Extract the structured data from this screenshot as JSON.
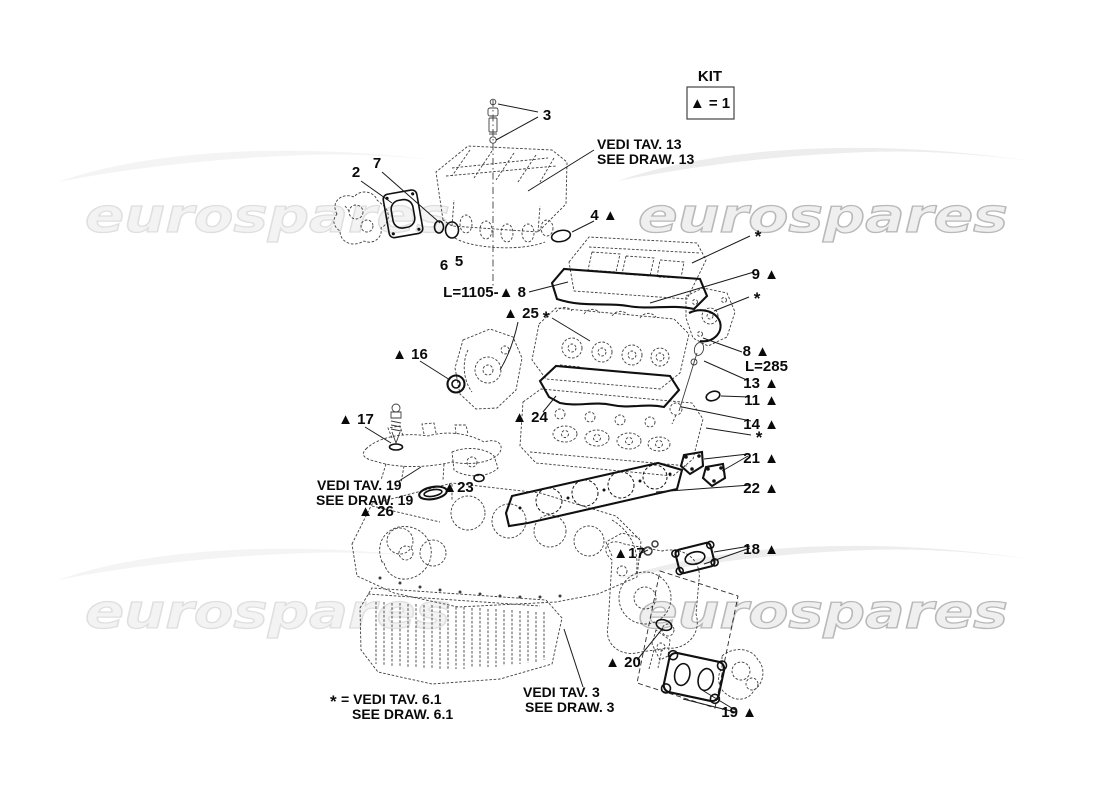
{
  "watermark": {
    "text": "eurospares"
  },
  "kit": {
    "title": "KIT",
    "legend": "▲ = 1"
  },
  "notes": {
    "draw13": {
      "line1": "VEDI TAV. 13",
      "line2": "SEE DRAW. 13"
    },
    "draw19": {
      "line1": "VEDI TAV. 19",
      "line2": "SEE DRAW. 19"
    },
    "draw3": {
      "line1": "VEDI TAV. 3",
      "line2": "SEE DRAW. 3"
    },
    "footnote": {
      "symbol": "*",
      "line1": "= VEDI TAV. 6.1",
      "line2": "SEE DRAW. 6.1"
    }
  },
  "colors": {
    "ink": "#0a0a0a",
    "watermark_gray": "#bdbdbd"
  },
  "callouts": [
    {
      "id": "3",
      "label": "3"
    },
    {
      "id": "2",
      "label": "2"
    },
    {
      "id": "7",
      "label": "7"
    },
    {
      "id": "4",
      "label": "4 ▲"
    },
    {
      "id": "star-1",
      "label": "*"
    },
    {
      "id": "9",
      "label": "9 ▲"
    },
    {
      "id": "star-2",
      "label": "*"
    },
    {
      "id": "6",
      "label": "6"
    },
    {
      "id": "5",
      "label": "5"
    },
    {
      "id": "8-long",
      "label": "L=1105-▲ 8"
    },
    {
      "id": "25",
      "label": "▲ 25"
    },
    {
      "id": "star-3",
      "label": "*"
    },
    {
      "id": "16",
      "label": "▲ 16"
    },
    {
      "id": "8-short",
      "label": "8  ▲"
    },
    {
      "id": "8-length",
      "label": "L=285"
    },
    {
      "id": "13",
      "label": "13 ▲"
    },
    {
      "id": "11",
      "label": "11 ▲"
    },
    {
      "id": "17-left",
      "label": "▲ 17"
    },
    {
      "id": "14",
      "label": "14 ▲"
    },
    {
      "id": "star-4",
      "label": "*"
    },
    {
      "id": "24",
      "label": "▲ 24"
    },
    {
      "id": "21",
      "label": "21 ▲"
    },
    {
      "id": "22",
      "label": "22 ▲"
    },
    {
      "id": "23",
      "label": "▲23"
    },
    {
      "id": "26",
      "label": "▲ 26"
    },
    {
      "id": "18",
      "label": "18 ▲"
    },
    {
      "id": "17-right",
      "label": "▲17"
    },
    {
      "id": "20",
      "label": "▲ 20"
    },
    {
      "id": "19",
      "label": "19 ▲"
    }
  ]
}
